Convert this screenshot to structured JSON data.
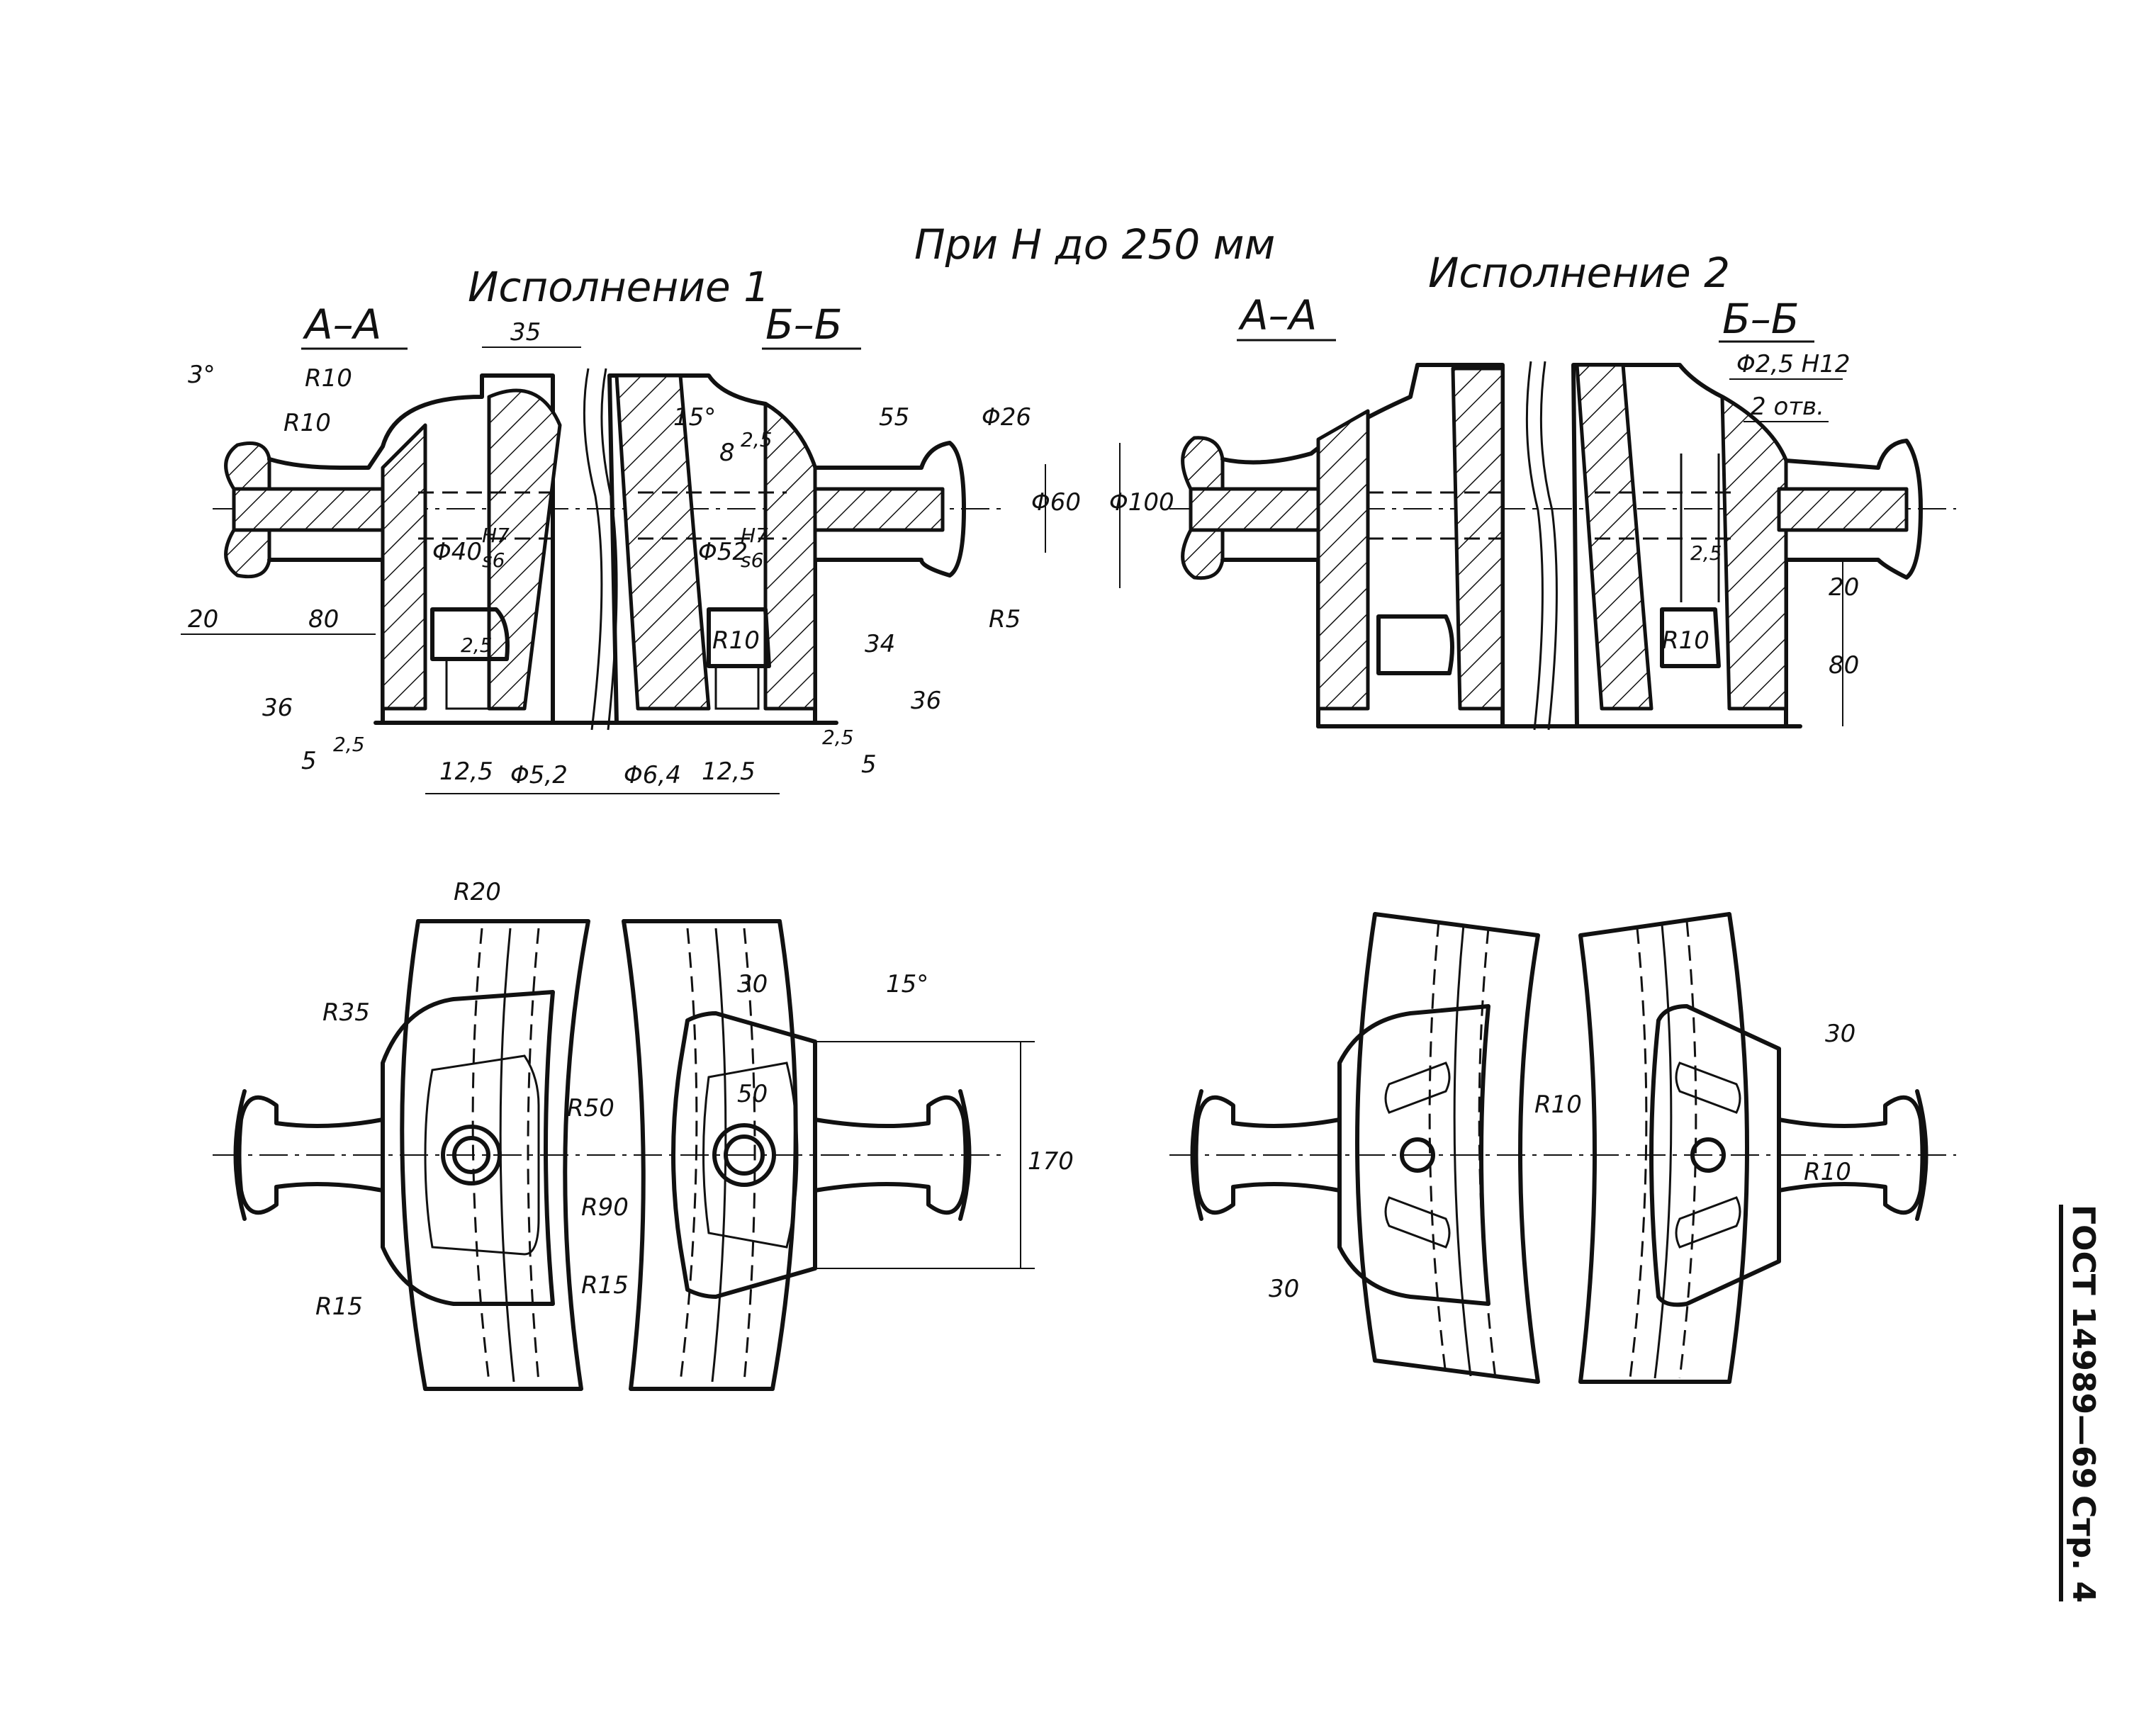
{
  "header": {
    "condition": "При Н до 250 мм",
    "variant_1": "Исполнение 1",
    "variant_2": "Исполнение 2"
  },
  "sections": {
    "v1_left": "А–А",
    "v1_right": "Б–Б",
    "v2_left": "А–А",
    "v2_right": "Б–Б"
  },
  "dimensions_v1": {
    "d35": "35",
    "angle3": "3°",
    "r10_a": "R10",
    "r10_b": "R10",
    "angle15": "15°",
    "rough_8": "8",
    "rough_25_top": "2,5",
    "d55": "55",
    "phi26": "Φ26",
    "phi60": "Φ60",
    "phi100": "Φ100",
    "phi40": "Φ40",
    "fit40_top": "H7",
    "fit40_bot": "s6",
    "phi52": "Φ52",
    "fit52_top": "H7",
    "fit52_bot": "s6",
    "d20": "20",
    "d80": "80",
    "r5": "R5",
    "d25_mid": "2,5",
    "r10_c": "R10",
    "d34": "34",
    "d36_l": "36",
    "d36_r": "36",
    "d5_l": "5",
    "d5_r": "5",
    "rough_25_l": "2,5",
    "rough_25_r": "2,5",
    "rough_125_l": "12,5",
    "rough_125_r": "12,5",
    "phi52b": "Φ5,2",
    "phi64": "Φ6,4"
  },
  "dimensions_v2": {
    "phi25": "Φ2,5 H12",
    "holes": "2 отв.",
    "d25": "2,5",
    "r10": "R10",
    "d20": "20",
    "d80": "80"
  },
  "plan_v1": {
    "r20": "R20",
    "r35": "R35",
    "d30": "30",
    "angle15": "15°",
    "r50": "R50",
    "d50": "50",
    "r90": "R90",
    "d170": "170",
    "r15_l": "R15",
    "r15_r": "R15"
  },
  "plan_v2": {
    "r10_a": "R10",
    "d30_a": "30",
    "r10_b": "R10",
    "d30_b": "30"
  },
  "stamp": {
    "standard": "ГОСТ 14989—69",
    "page": "Стр. 4"
  }
}
